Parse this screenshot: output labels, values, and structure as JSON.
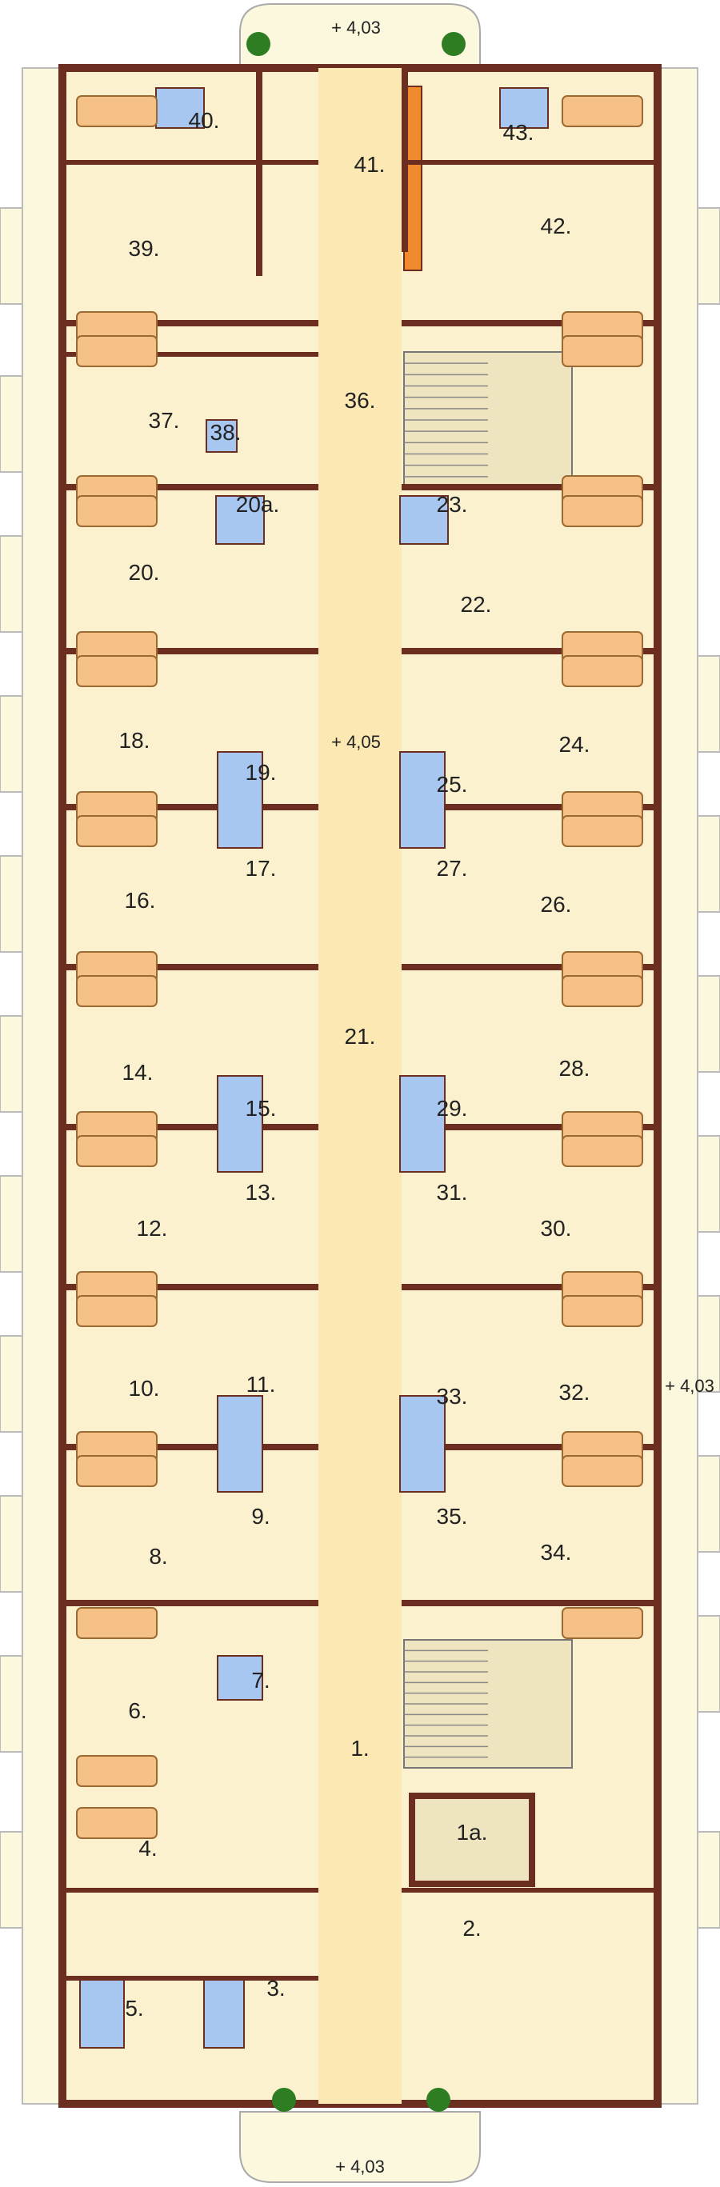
{
  "colors": {
    "wall": "#6b2e20",
    "floor": "#fcf1cf",
    "corridor": "#fbe8b2",
    "balcony": "#fbf8de",
    "bath": "#a7c6f0",
    "bed": "#f6c186",
    "stair": "#efe4c0",
    "plant": "#2f7d23",
    "kitchen": "#f08a2c"
  },
  "rooms": [
    "1.",
    "1a.",
    "2.",
    "3.",
    "4.",
    "5.",
    "6.",
    "7.",
    "8.",
    "9.",
    "10.",
    "11.",
    "12.",
    "13.",
    "14.",
    "15.",
    "16.",
    "17.",
    "18.",
    "19.",
    "20.",
    "20a.",
    "21.",
    "22.",
    "23.",
    "24.",
    "25.",
    "26.",
    "27.",
    "28.",
    "29.",
    "30.",
    "31.",
    "32.",
    "33.",
    "34.",
    "35.",
    "36.",
    "37.",
    "38.",
    "39.",
    "40.",
    "41.",
    "42.",
    "43."
  ],
  "levels": {
    "top_entrance": "+ 4,03",
    "corridor": "+ 4,05",
    "right_side": "+ 4,03",
    "bottom_entrance": "+ 4,03"
  }
}
